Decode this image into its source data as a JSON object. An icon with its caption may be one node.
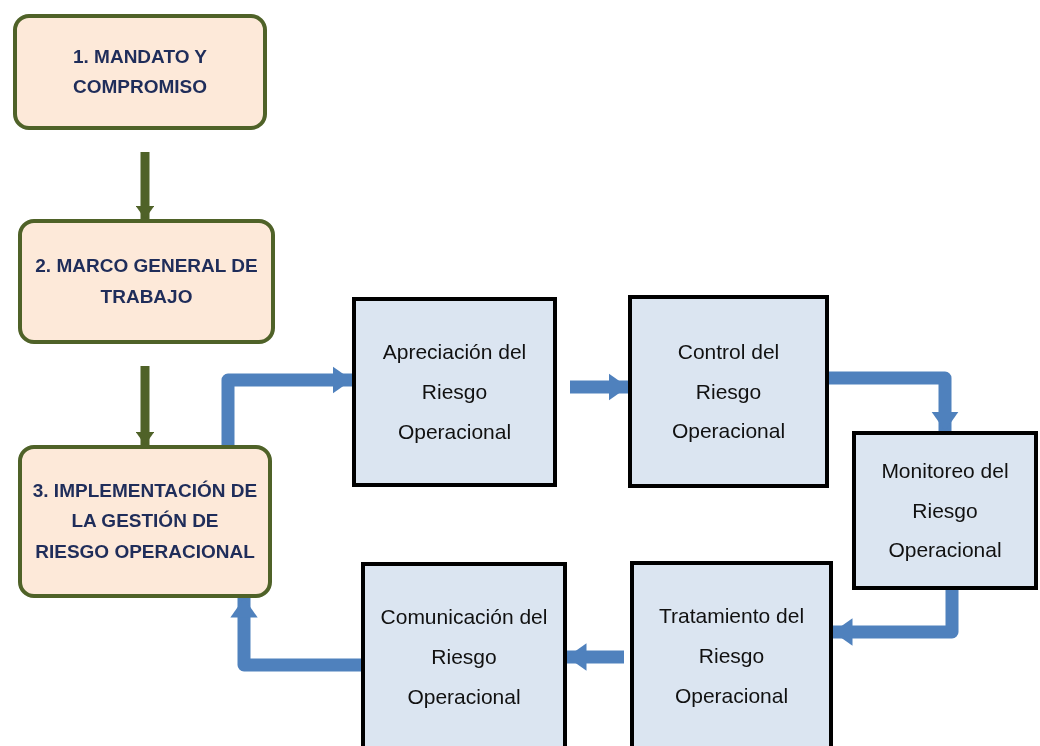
{
  "diagram": {
    "nodes": [
      {
        "text": [
          "1. MANDATO Y COMPROMISO"
        ]
      },
      {
        "text": [
          "2. MARCO GENERAL DE TRABAJO"
        ]
      },
      {
        "text": [
          "3. IMPLEMENTACIÓN DE LA GESTIÓN DE RIESGO OPERACIONAL"
        ]
      },
      {
        "text": [
          "Apreciación del Riesgo Operacional"
        ]
      },
      {
        "text": [
          "Control del Riesgo Operacional"
        ]
      },
      {
        "text": [
          "Monitoreo del Riesgo Operacional"
        ]
      },
      {
        "text": [
          "Tratamiento del Riesgo Operacional"
        ]
      },
      {
        "text": [
          "Comunicación del Riesgo Operacional"
        ]
      }
    ],
    "edges": [
      {
        "from": 0,
        "to": 1,
        "arrow": "to",
        "color": "#4f6228"
      },
      {
        "from": 1,
        "to": 2,
        "arrow": "to",
        "color": "#4f6228"
      },
      {
        "from": 2,
        "to": 3,
        "arrow": "to"
      },
      {
        "from": 3,
        "to": 4,
        "arrow": "to"
      },
      {
        "from": 4,
        "to": 5,
        "arrow": "to"
      },
      {
        "from": 5,
        "to": 6,
        "arrow": "to"
      },
      {
        "from": 6,
        "to": 7,
        "arrow": "to"
      },
      {
        "from": 7,
        "to": 2,
        "arrow": "to"
      }
    ]
  }
}
